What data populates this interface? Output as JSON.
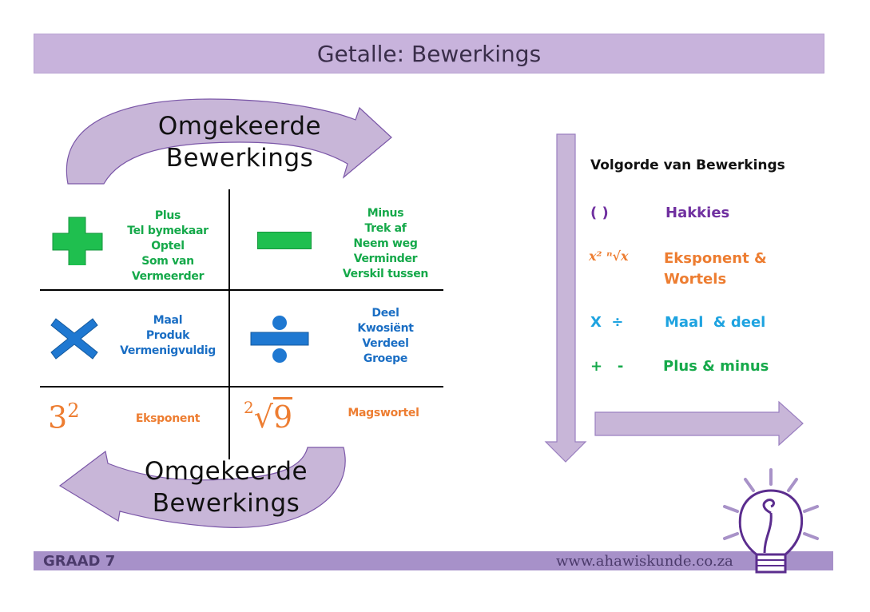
{
  "title": "Getalle: Bewerkings",
  "inverse_label_top": [
    "Omgekeerde",
    "Bewerkings"
  ],
  "inverse_label_bottom": [
    "Omgekeerde",
    "Bewerkings"
  ],
  "cells": {
    "plus": {
      "icon": "plus-icon",
      "lines": [
        "Plus",
        "Tel bymekaar",
        "Optel",
        "Som van",
        "Vermeerder"
      ]
    },
    "minus": {
      "icon": "minus-icon",
      "lines": [
        "Minus",
        "Trek af",
        "Neem weg",
        "Verminder",
        "Verskil tussen"
      ]
    },
    "times": {
      "icon": "times-icon",
      "lines": [
        "Maal",
        "Produk",
        "Vermenigvuldig"
      ]
    },
    "divide": {
      "icon": "divide-icon",
      "lines": [
        "Deel",
        "Kwosiënt",
        "Verdeel",
        "Groepe"
      ]
    },
    "exponent": {
      "base": "3",
      "power": "2",
      "label": "Eksponent"
    },
    "root": {
      "index": "2",
      "radicand": "9",
      "label": "Magswortel"
    }
  },
  "order": {
    "heading": "Volgorde van Bewerkings",
    "rows": [
      {
        "symbol": "( )",
        "label": "Hakkies",
        "color": "#7030a0"
      },
      {
        "symbol": "x² ⁿ√x",
        "label": "Eksponent &",
        "label2": "Wortels",
        "color": "#ed7d31"
      },
      {
        "symbol": "X  ÷",
        "label": "Maal  & deel",
        "color": "#1ea3e0"
      },
      {
        "symbol": "+   -",
        "label": "Plus & minus",
        "color": "#15a94a"
      }
    ]
  },
  "footer": {
    "grade": "GRAAD 7",
    "website": "www.ahawiskunde.co.za"
  }
}
